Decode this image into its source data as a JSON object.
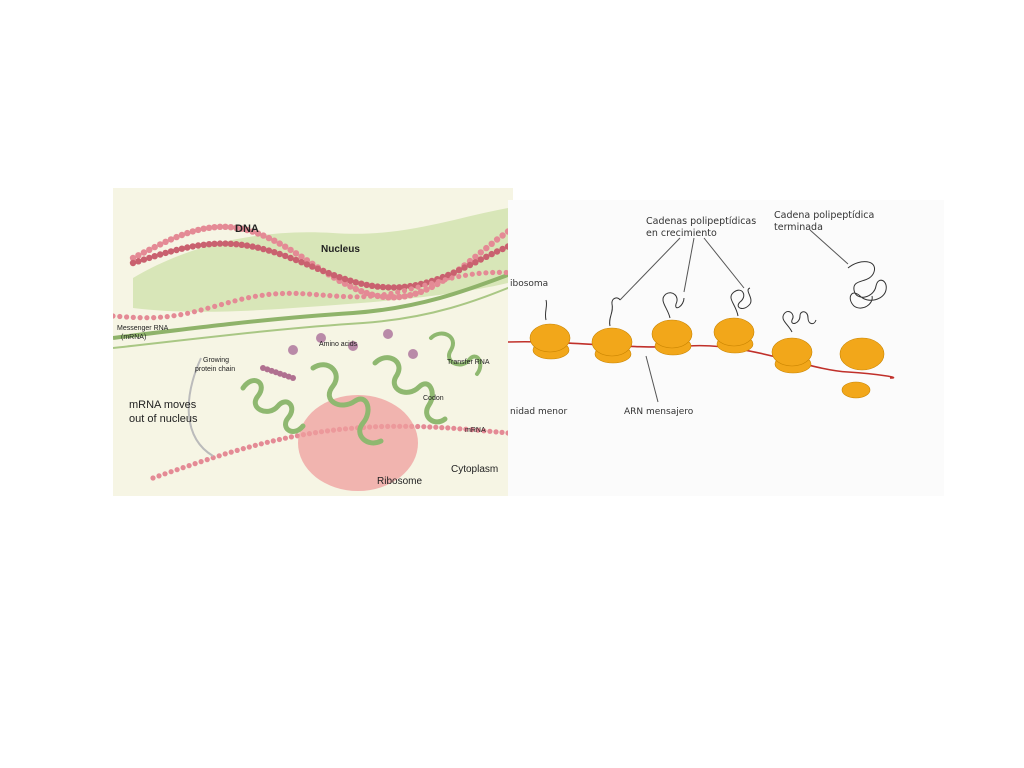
{
  "left_diagram": {
    "labels": {
      "dna": "DNA",
      "nucleus": "Nucleus",
      "messenger_rna_line1": "Messenger RNA",
      "messenger_rna_line2": "(mRNA)",
      "amino_acids": "Amino acids",
      "growing_chain_line1": "Growing",
      "growing_chain_line2": "protein chain",
      "transfer_rna": "Transfer RNA",
      "codon": "Codon",
      "mrna_moves_line1": "mRNA moves",
      "mrna_moves_line2": "out of nucleus",
      "mrna": "mRNA",
      "cytoplasm": "Cytoplasm",
      "ribosome": "Ribosome"
    },
    "colors": {
      "background": "#f6f5e4",
      "nucleus_fill": "#d8e6b8",
      "bead": "#e48a95",
      "bead_dark": "#c9616f",
      "membrane": "#8fb36a",
      "trna": "#8fb870",
      "ribosome": "#ef9d9d"
    }
  },
  "right_diagram": {
    "labels": {
      "growing_chains_line1": "Cadenas polipeptídicas",
      "growing_chains_line2": "en crecimiento",
      "finished_chain_line1": "Cadena polipeptídica",
      "finished_chain_line2": "terminada",
      "ribosome": "ibosoma",
      "small_subunit": "nidad menor",
      "messenger_rna": "ARN mensajero"
    },
    "colors": {
      "background": "#fbfbfb",
      "ribosome": "#f2a71a",
      "ribosome_dark": "#c98400",
      "mrna_line": "#c0302a",
      "leader": "#555555"
    }
  }
}
